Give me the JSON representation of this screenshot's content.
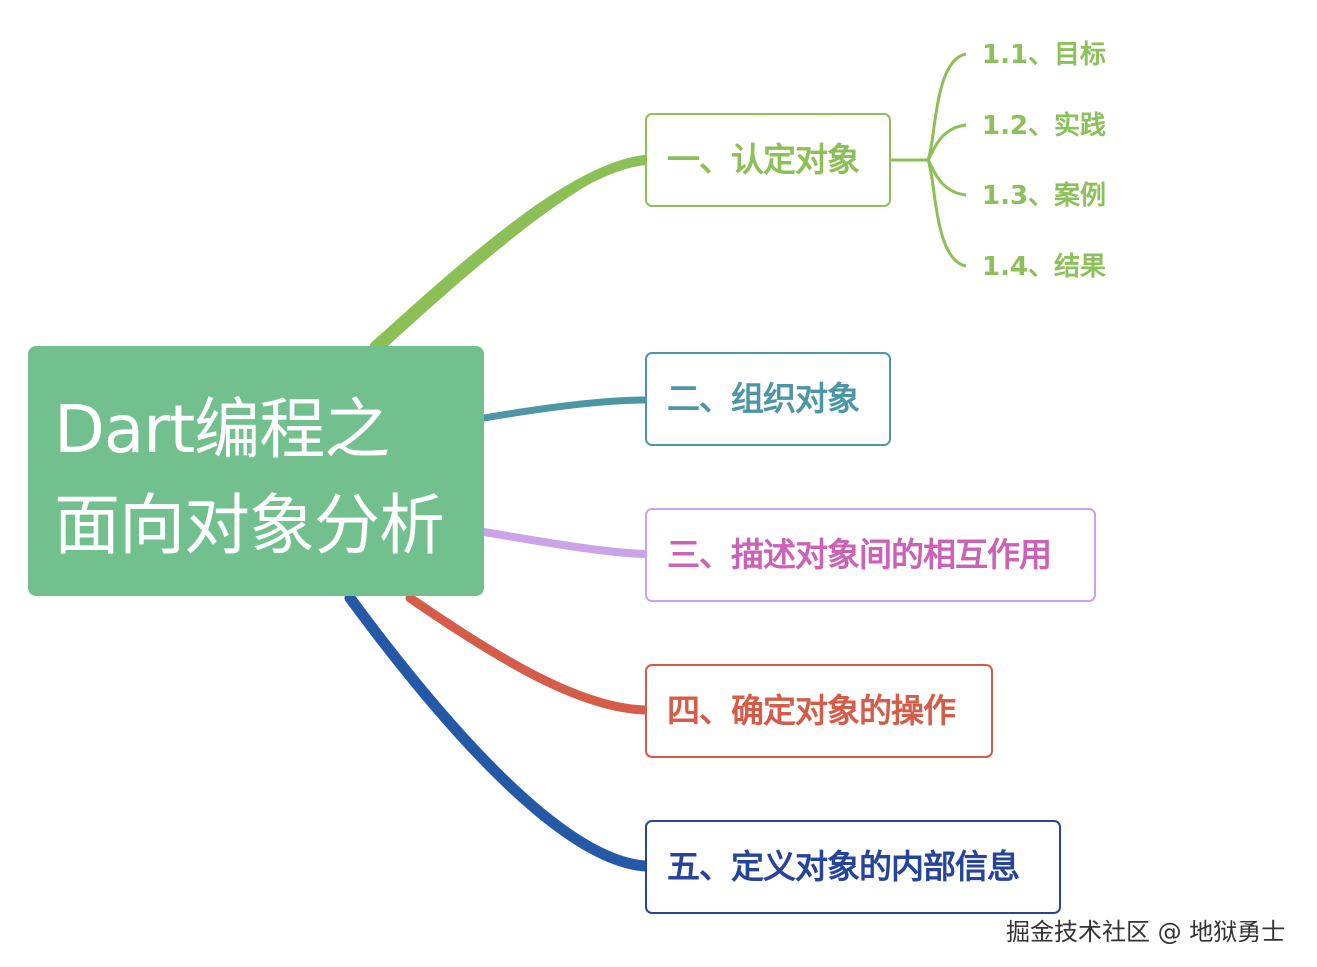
{
  "root": {
    "line1": "Dart编程之",
    "line2": "面向对象分析",
    "color": "#73c08f"
  },
  "branches": [
    {
      "label": "一、认定对象",
      "color": "#8cbf55",
      "children": [
        "1.1、目标",
        "1.2、实践",
        "1.3、案例",
        "1.4、结果"
      ]
    },
    {
      "label": "二、组织对象",
      "color": "#4d97a5"
    },
    {
      "label": "三、描述对象间的相互作用",
      "color": "#cc62b7",
      "line_color": "#caa3e8"
    },
    {
      "label": "四、确定对象的操作",
      "color": "#d45c48"
    },
    {
      "label": "五、定义对象的内部信息",
      "color": "#26449a",
      "line_color": "#2558a6"
    }
  ],
  "footer": "掘金技术社区 @ 地狱勇士"
}
